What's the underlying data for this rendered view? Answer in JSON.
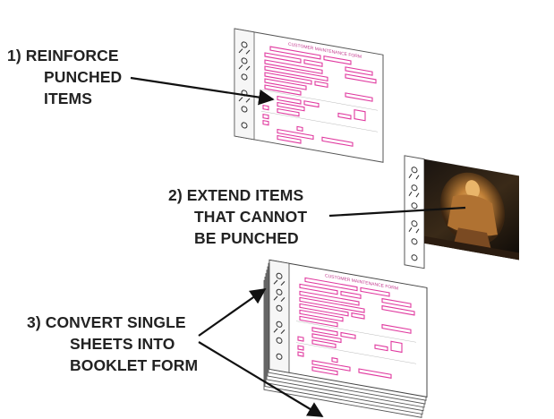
{
  "steps": [
    {
      "lines": [
        "1)  REINFORCE",
        "PUNCHED",
        "ITEMS"
      ]
    },
    {
      "lines": [
        "2)  EXTEND ITEMS",
        "THAT CANNOT",
        "BE PUNCHED"
      ]
    },
    {
      "lines": [
        "3)  CONVERT SINGLE",
        "SHEETS INTO",
        "BOOKLET FORM"
      ]
    }
  ],
  "form": {
    "title": "CUSTOMER MAINTENANCE FORM"
  },
  "colors": {
    "highlight": "#e0399f",
    "text": "#222222",
    "line": "#444444"
  }
}
